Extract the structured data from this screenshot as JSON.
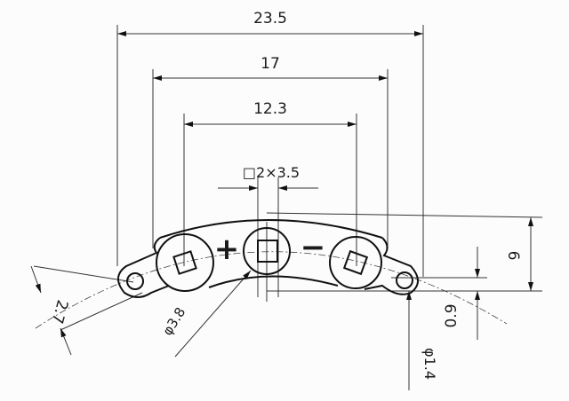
{
  "drawing": {
    "dimensions": {
      "overall_width": "23.5",
      "outer_contact_span": "17",
      "inner_contact_span": "12.3",
      "square_hole": "□2×3.5",
      "height": "6",
      "offset": "0.9",
      "end_width": "2.7",
      "center_hole_diameter": "φ3.8",
      "end_hole_diameter": "φ1.4"
    },
    "polarity": {
      "positive": "+",
      "negative": "−"
    }
  }
}
